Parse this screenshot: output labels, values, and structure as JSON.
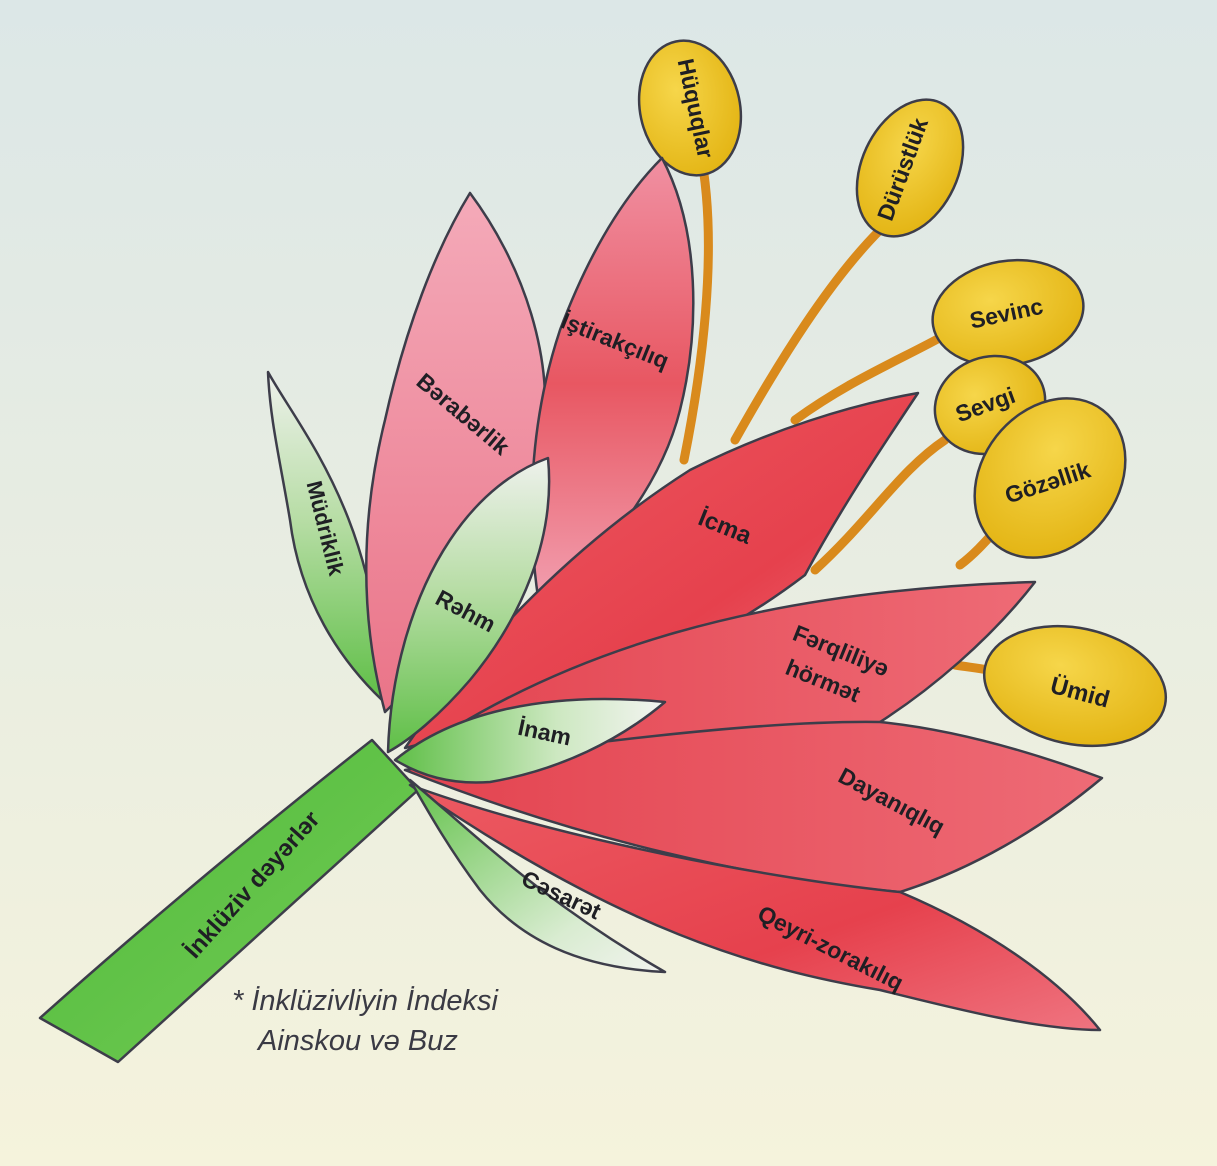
{
  "colors": {
    "background_top": "#dfe8e6",
    "background_bottom": "#f4f2dc",
    "red_petal": "#e84d55",
    "pink_petal": "#ef8fa2",
    "green_leaf": "#6cc64f",
    "pale_leaf": "#e9efe6",
    "stamen_yellow": "#e8bd1a",
    "stamen_orange": "#e39a22",
    "stem_green": "#62c243"
  },
  "stem": {
    "label": "İnklüziv dəyərlər"
  },
  "petals": {
    "mudriklik": "Müdriklik",
    "beraberlik": "Bərabərlik",
    "istirakcilik": "İştirakçılıq",
    "rehm": "Rəhm",
    "inam": "İnam",
    "icma": "İcma",
    "ferqliliye_line1": "Fərqliliyə",
    "ferqliliye_line2": "hörmət",
    "dayaniqliq": "Dayanıqlıq",
    "cesaret": "Cəsarət",
    "qeyri_zorakiliq": "Qeyri-zorakılıq"
  },
  "stamens": {
    "huquqlar": "Hüquqlar",
    "durustluk": "Dürüstlük",
    "sevinc": "Sevinc",
    "sevgi": "Sevgi",
    "gozellik": "Gözəllik",
    "umid": "Ümid"
  },
  "footnote": {
    "line1": "* İnklüzivliyin İndeksi",
    "line2": "Ainskou və Buz"
  }
}
